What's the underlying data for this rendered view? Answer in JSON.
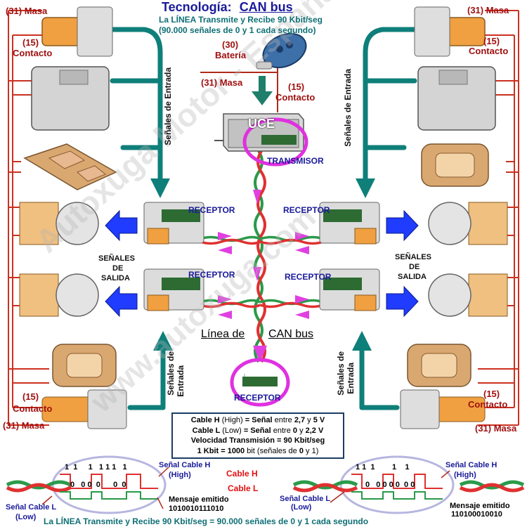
{
  "header": {
    "title_prefix": "Tecnología:",
    "title_main": "CAN bus",
    "subtitle_1": "La LÍNEA Transmite y Recibe 90 Kbit/seg",
    "subtitle_2": "(90.000 señales de 0 y 1 cada segundo)"
  },
  "labels": {
    "masa": "(31) Masa",
    "contacto_num": "(15)",
    "contacto": "Contacto",
    "bateria_num": "(30)",
    "bateria": "Batería",
    "center_contacto_num": "(15)",
    "center_contacto": "Contacto",
    "uce": "UCE",
    "transmisor": "TRANSMISOR",
    "receptor": "RECEPTOR",
    "senales_entrada": "Señales de Entrada",
    "senales_entrada_short": "Señales de",
    "entrada": "Entrada",
    "senales": "SEÑALES",
    "de": "DE",
    "salida": "SALIDA",
    "linea_de": "Línea de",
    "can_bus": "CAN bus"
  },
  "info": {
    "line1_a": "Cable H",
    "line1_b": "(High)",
    "line1_c": "= Señal",
    "line1_d": "entre",
    "line1_e": "2,7",
    "line1_f": "y",
    "line1_g": "5 V",
    "line2_a": "Cable L",
    "line2_b": "(Low)",
    "line2_c": "= Señal",
    "line2_d": "entre",
    "line2_e": "0",
    "line2_f": "y",
    "line2_g": "2,2 V",
    "line3": "Velocidad Transmisión = 90 Kbit/seg",
    "line4_a": "1 Kbit = 1000",
    "line4_b": "bit (señales de",
    "line4_c": "0",
    "line4_d": "y",
    "line4_e": "1)"
  },
  "signals": {
    "left": {
      "cable_h": "Señal Cable H",
      "high": "(High)",
      "cable_l": "Señal Cable L",
      "low": "(Low)",
      "msg_label": "Mensaje emitido",
      "msg_bits": "1010010111010",
      "ones": "1  1     1   1 1 1   1",
      "zeros": "0   0 0  0      0  0"
    },
    "right": {
      "cable_h": "Señal Cable H",
      "high": "(High)",
      "cable_l": "Señal Cable L",
      "low": "(Low)",
      "msg_label": "Mensaje emitido",
      "msg_bits": "110100010010",
      "ones": "1 1  1        1    1",
      "zeros": "0   0 0 0 0  0 0"
    },
    "cable_h_red": "Cable H",
    "cable_l_red": "Cable L"
  },
  "footer": "La LÍNEA Transmite y Recibe 90 Kbit/seg = 90.000 señales de 0 y 1 cada segundo",
  "watermark_1": "Autoxuga Motor - España",
  "watermark_2": "www.autoxuga.com",
  "colors": {
    "teal": "#0f7f7a",
    "navy": "#1a1a9a",
    "red_label": "#a01010",
    "red_wire": "#cc2020",
    "magenta": "#e030e0",
    "blue_arrow": "#1f3cff",
    "orange": "#f0a040"
  }
}
